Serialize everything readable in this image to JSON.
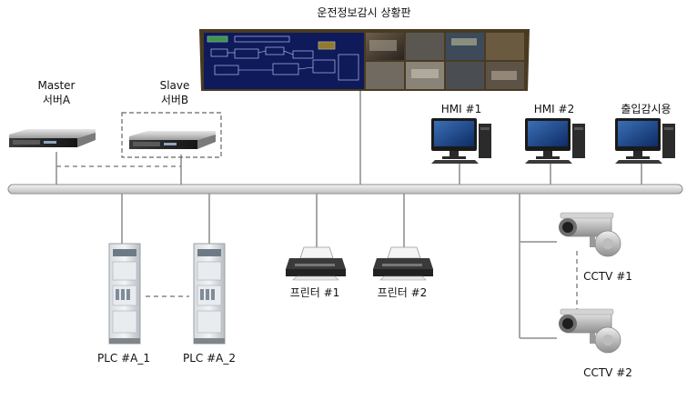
{
  "title": "운전정보감시 상황판",
  "servers": {
    "master": {
      "line1": "Master",
      "line2": "서버A"
    },
    "slave": {
      "line1": "Slave",
      "line2": "서버B"
    }
  },
  "hmi": [
    {
      "label": "HMI #1"
    },
    {
      "label": "HMI #2"
    },
    {
      "label": "출입감시용"
    }
  ],
  "plc": [
    {
      "label": "PLC #A_1"
    },
    {
      "label": "PLC #A_2"
    }
  ],
  "printers": [
    {
      "label": "프린터 #1"
    },
    {
      "label": "프린터 #2"
    }
  ],
  "cctv": [
    {
      "label": "CCTV #1"
    },
    {
      "label": "CCTV #2"
    }
  ],
  "icons": {
    "server": "rack-server-icon",
    "monitor": "desktop-pc-icon",
    "plc": "plc-cabinet-icon",
    "printer": "printer-icon",
    "camera": "cctv-camera-icon",
    "display": "video-wall-display-icon"
  }
}
